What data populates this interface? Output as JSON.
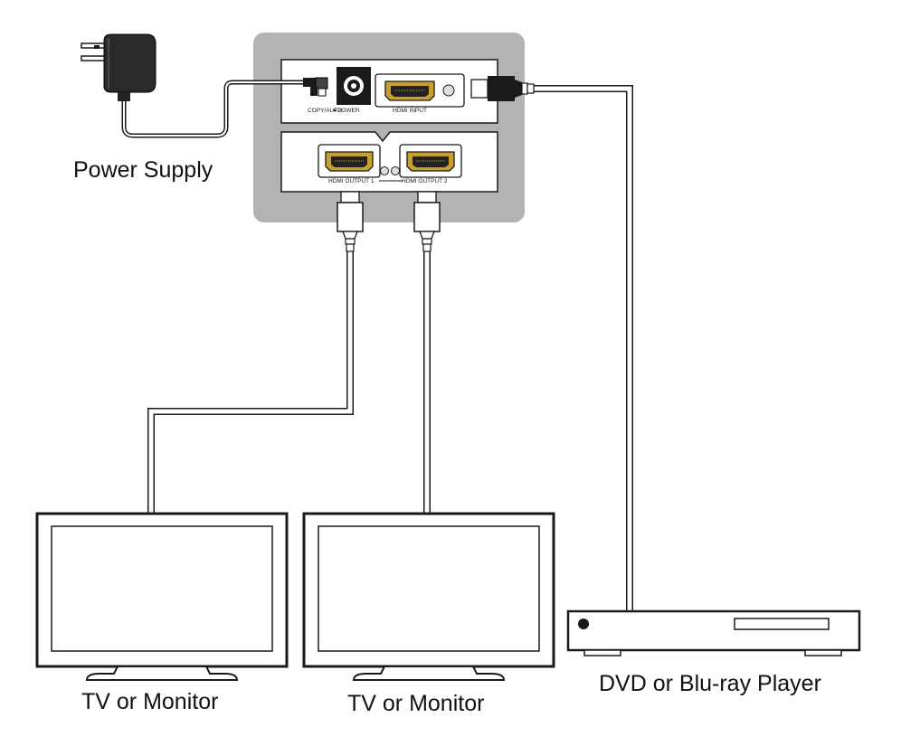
{
  "labels": {
    "power_supply": "Power Supply",
    "tv1": "TV or Monitor",
    "tv2": "TV or Monitor",
    "player": "DVD or Blu-ray Player"
  },
  "device": {
    "switch_label": "COPY/AUTO",
    "power_label": "POWER",
    "input_label": "HDMI INPUT",
    "output1_label": "HDMI OUTPUT 1",
    "output2_label": "HDMI OUTPUT 2"
  },
  "colors": {
    "device_bg": "#b3b3b3",
    "port_gold": "#c9a02c",
    "line": "#1a1a1a"
  }
}
